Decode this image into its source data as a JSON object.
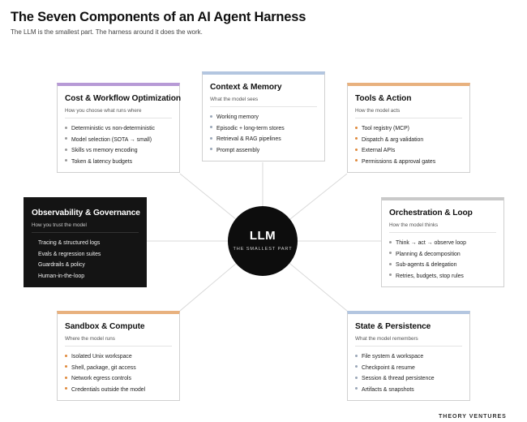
{
  "title": "The Seven Components of an AI Agent Harness",
  "subtitle": "The LLM is the smallest part. The harness around it does the work.",
  "hub": {
    "title": "LLM",
    "subtitle": "THE SMALLEST PART"
  },
  "colors": {
    "purple": "#b79ad6",
    "blue": "#b3c6e0",
    "orange": "#e8b17e",
    "grey": "#c9c9c9",
    "dark": "#141414"
  },
  "cards": {
    "context": {
      "title": "Context & Memory",
      "tagline": "What the model sees",
      "accent": "#b3c6e0",
      "bullet": "#9aa7b8",
      "items": [
        "Working memory",
        "Episodic + long-term stores",
        "Retrieval & RAG pipelines",
        "Prompt assembly"
      ]
    },
    "cost": {
      "title": "Cost & Workflow Optimization",
      "tagline": "How you choose what runs where",
      "accent": "#b79ad6",
      "bullet": "#9a9a9a",
      "items": [
        "Deterministic vs non-deterministic",
        "Model selection (SOTA → small)",
        "Skills vs memory encoding",
        "Token & latency budgets"
      ]
    },
    "tools": {
      "title": "Tools & Action",
      "tagline": "How the model acts",
      "accent": "#e8b17e",
      "bullet": "#e08a3c",
      "items": [
        "Tool registry (MCP)",
        "Dispatch & arg validation",
        "External APIs",
        "Permissions & approval gates"
      ]
    },
    "observability": {
      "title": "Observability & Governance",
      "tagline": "How you trust the model",
      "items": [
        "Tracing & structured logs",
        "Evals & regression suites",
        "Guardrails & policy",
        "Human-in-the-loop"
      ]
    },
    "orchestration": {
      "title": "Orchestration & Loop",
      "tagline": "How the model thinks",
      "accent": "#c9c9c9",
      "bullet": "#9a9a9a",
      "items": [
        "Think → act → observe loop",
        "Planning & decomposition",
        "Sub-agents & delegation",
        "Retries, budgets, stop rules"
      ]
    },
    "sandbox": {
      "title": "Sandbox & Compute",
      "tagline": "Where the model runs",
      "accent": "#e8b17e",
      "bullet": "#e08a3c",
      "items": [
        "Isolated Unix workspace",
        "Shell, package, git access",
        "Network egress controls",
        "Credentials outside the model"
      ]
    },
    "state": {
      "title": "State & Persistence",
      "tagline": "What the model remembers",
      "accent": "#b3c6e0",
      "bullet": "#9aa7b8",
      "items": [
        "File system & workspace",
        "Checkpoint & resume",
        "Session & thread persistence",
        "Artifacts & snapshots"
      ]
    }
  },
  "footer": "THEORY VENTURES"
}
